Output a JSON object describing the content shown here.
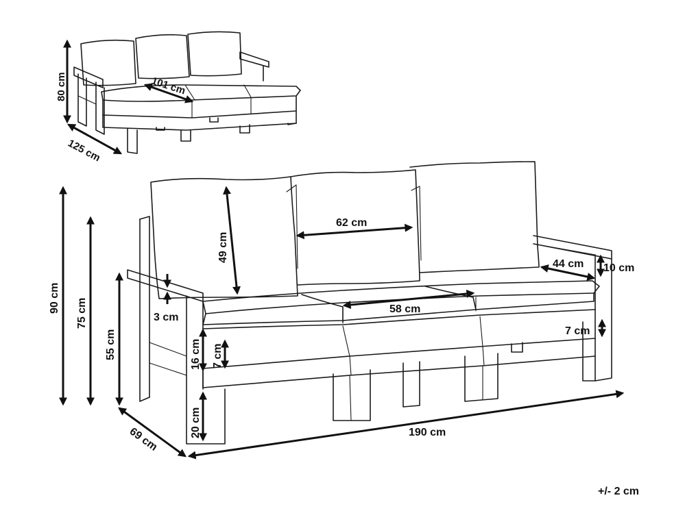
{
  "small_view": {
    "height": "80 cm",
    "depth": "125 cm",
    "seat_width": "101 cm"
  },
  "main_view": {
    "total_height": "90 cm",
    "back_height": "75 cm",
    "arm_height": "55 cm",
    "cushion_height": "49 cm",
    "cushion_width": "62 cm",
    "seat_width": "58 cm",
    "arm_width": "44 cm",
    "arm_thickness": "10 cm",
    "seat_cushion": "7 cm",
    "side_seat": "7 cm",
    "frame_height": "16 cm",
    "arm_gap": "3 cm",
    "leg_height": "20 cm",
    "depth": "69 cm",
    "total_width": "190 cm"
  },
  "tolerance": "+/- 2 cm"
}
